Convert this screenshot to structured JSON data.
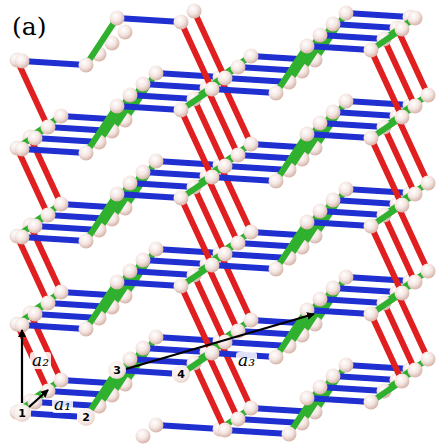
{
  "diagram": {
    "nodes": [
      {
        "text": [
          "1"
        ]
      },
      {
        "text": [
          "2"
        ]
      },
      {
        "text": [
          "3"
        ]
      },
      {
        "text": [
          "4"
        ]
      }
    ],
    "edges": [
      {
        "from": 0,
        "to": 1,
        "arrow": "none"
      },
      {
        "from": 1,
        "to": 2,
        "arrow": "none"
      },
      {
        "from": 2,
        "to": 3,
        "arrow": "none"
      }
    ],
    "labels": [
      "(a)",
      "a₁",
      "a₂",
      "a₃"
    ]
  }
}
